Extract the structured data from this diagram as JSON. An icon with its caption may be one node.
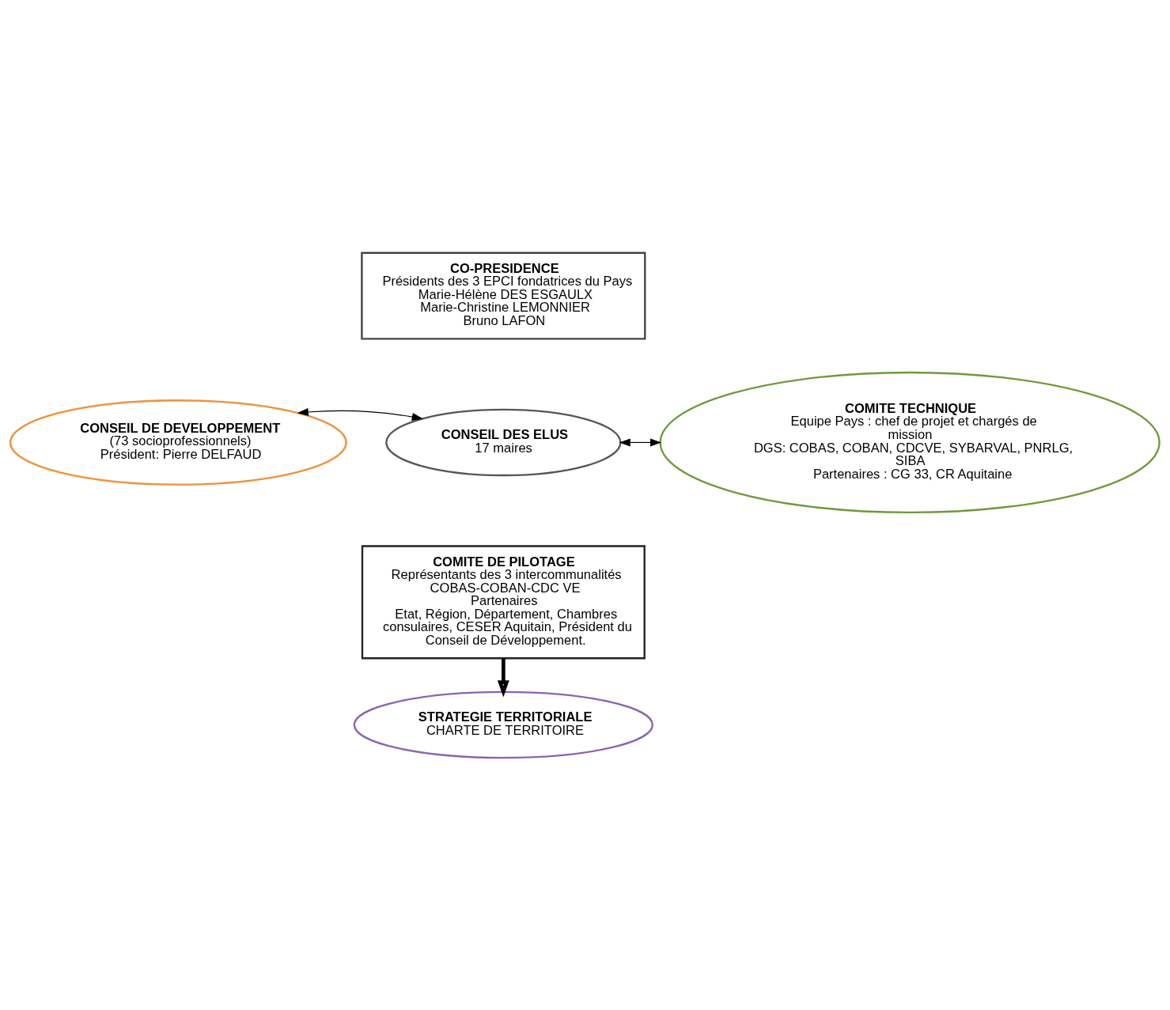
{
  "diagram": {
    "nodes": [
      {
        "text": [
          "CO-PRESIDENCE",
          "Présidents des 3 EPCI fondatrices du Pays",
          "Marie-Hélène DES ESGAULX",
          "Marie-Christine LEMONNIER",
          "Bruno LAFON"
        ]
      },
      {
        "text": [
          "CONSEIL DE DEVELOPPEMENT",
          "(73 socioprofessionnels)",
          "Président: Pierre DELFAUD"
        ]
      },
      {
        "text": [
          "CONSEIL DES ELUS",
          "17 maires"
        ]
      },
      {
        "text": [
          "COMITE TECHNIQUE",
          "Equipe Pays : chef de projet et chargés de mission",
          "DGS: COBAS, COBAN, CDCVE, SYBARVAL, PNRLG, SIBA",
          "Partenaires : CG 33, CR Aquitaine"
        ]
      },
      {
        "text": [
          "COMITE DE PILOTAGE",
          "Représentants des 3 intercommunalités",
          "COBAS-COBAN-CDC VE",
          "Partenaires",
          "Etat, Région, Département, Chambres consulaires, CESER Aquitain, Président du Conseil de Développement."
        ]
      },
      {
        "text": [
          "STRATEGIE TERRITORIALE",
          "CHARTE DE TERRITOIRE"
        ]
      }
    ],
    "edges": [
      {
        "from": 1,
        "to": 2,
        "arrow": "both"
      },
      {
        "from": 2,
        "to": 3,
        "arrow": "both"
      },
      {
        "from": 4,
        "to": 5,
        "arrow": "to",
        "style": "thick"
      }
    ]
  }
}
